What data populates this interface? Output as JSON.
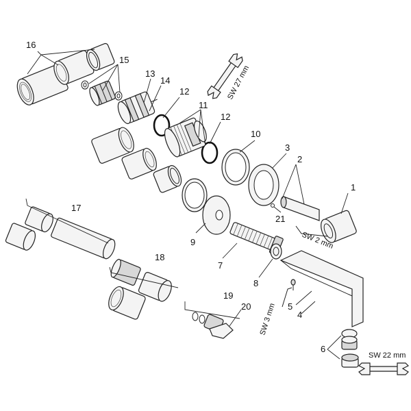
{
  "callouts": {
    "c1": "1",
    "c2": "2",
    "c3": "3",
    "c4": "4",
    "c5": "5",
    "c6": "6",
    "c7": "7",
    "c8": "8",
    "c9": "9",
    "c10": "10",
    "c11": "11",
    "c12a": "12",
    "c12b": "12",
    "c13": "13",
    "c14": "14",
    "c15": "15",
    "c16": "16",
    "c17": "17",
    "c18": "18",
    "c19": "19",
    "c20": "20",
    "c21": "21"
  },
  "tools": {
    "wrench_top": "SW 27 mm",
    "allen_2": "SW 2 mm",
    "allen_3": "SW 3 mm",
    "wrench_bottom": "SW 22 mm"
  }
}
